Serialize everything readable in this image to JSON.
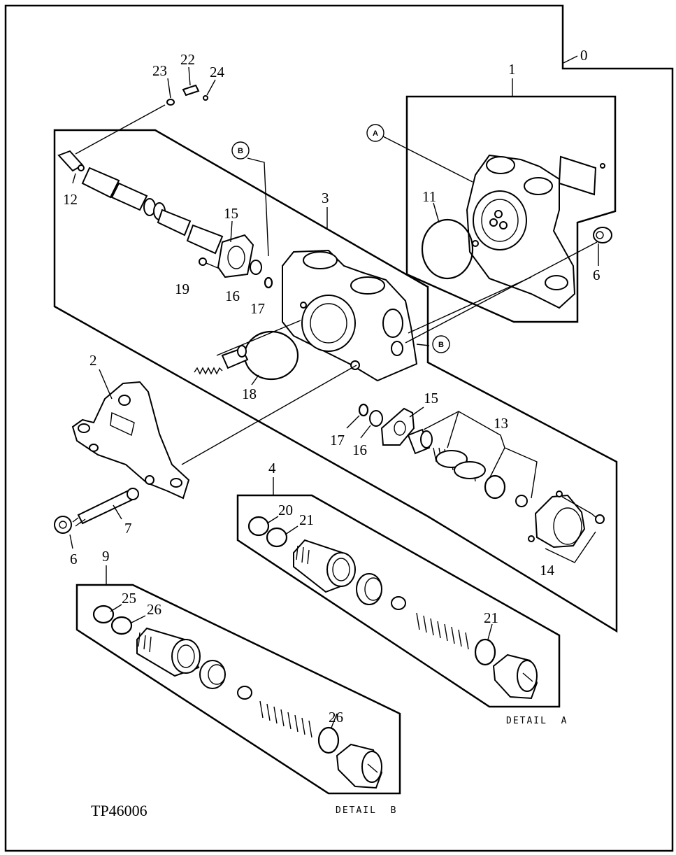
{
  "figure_id": "TP46006",
  "detail_a_label": "DETAIL  A",
  "detail_b_label": "DETAIL  B",
  "circle_a": "A",
  "circle_b": "B",
  "callouts": {
    "n0": "0",
    "n1": "1",
    "n2": "2",
    "n3": "3",
    "n4": "4",
    "n6a": "6",
    "n6b": "6",
    "n7": "7",
    "n9": "9",
    "n11": "11",
    "n12": "12",
    "n13": "13",
    "n14": "14",
    "n15a": "15",
    "n15b": "15",
    "n16a": "16",
    "n16b": "16",
    "n17a": "17",
    "n17b": "17",
    "n18": "18",
    "n19": "19",
    "n20": "20",
    "n21a": "21",
    "n21b": "21",
    "n22": "22",
    "n23": "23",
    "n24": "24",
    "n25": "25",
    "n26a": "26",
    "n26b": "26"
  }
}
